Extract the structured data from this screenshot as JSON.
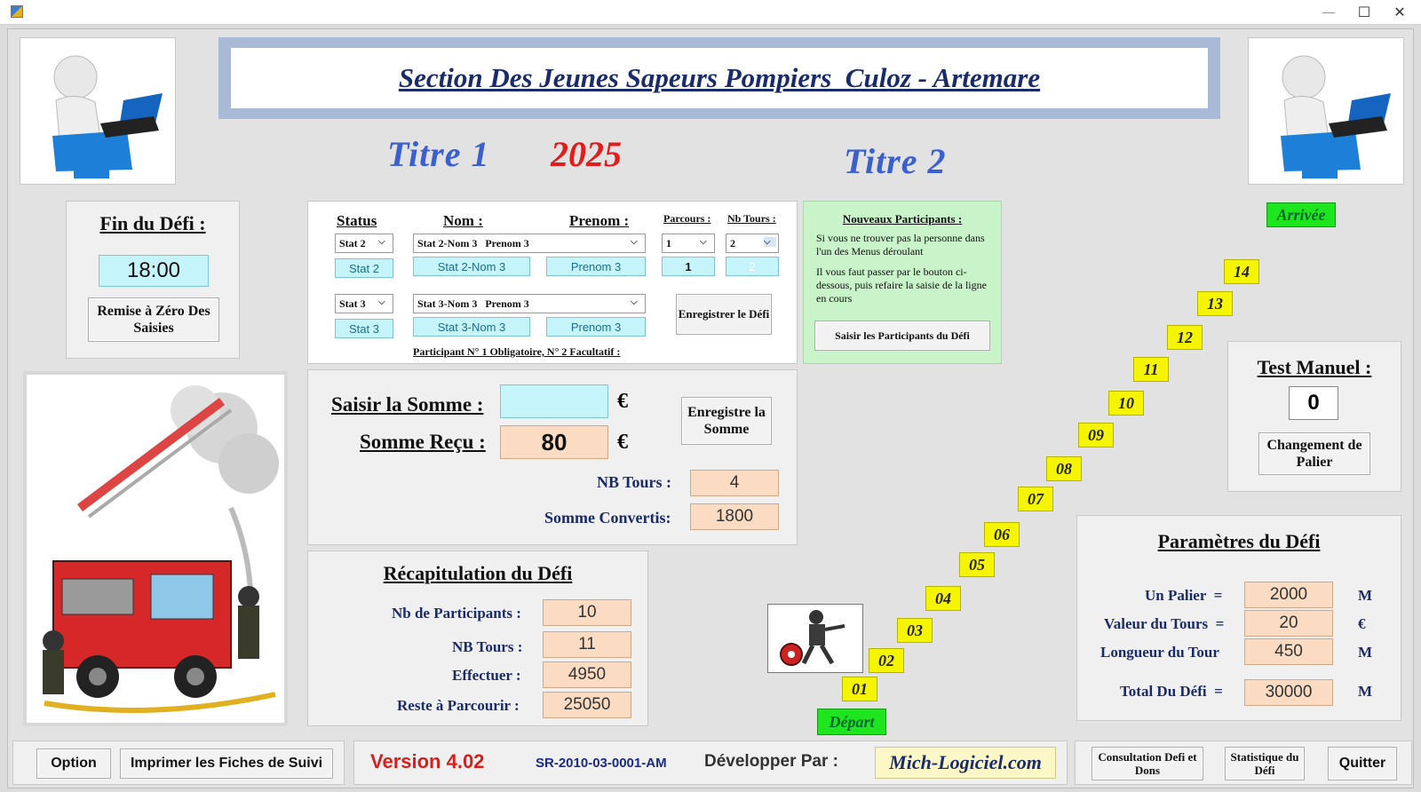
{
  "window": {
    "minimize": "—",
    "maximize": "☐",
    "close": "✕"
  },
  "header": {
    "title": "Section Des Jeunes Sapeurs Pompiers  Culoz - Artemare"
  },
  "titles": {
    "titre1": "Titre 1",
    "year": "2025",
    "titre2": "Titre 2"
  },
  "fin_defi": {
    "label": "Fin du Défi :",
    "time": "18:00",
    "reset_button": "Remise à Zéro Des Saisies"
  },
  "participants": {
    "headers": {
      "status": "Status",
      "nom": "Nom :",
      "prenom": "Prenom :",
      "parcours": "Parcours :",
      "nb_tours": "Nb Tours :"
    },
    "row1": {
      "status_combo": "Stat 2",
      "nom_combo": "Stat 2-Nom 3   Prenom 3",
      "parcours_combo": "1",
      "tours_combo": "2",
      "status": "Stat 2",
      "nom": "Stat 2-Nom 3",
      "prenom": "Prenom 3",
      "parcours": "1",
      "tours": "2"
    },
    "row2": {
      "status_combo": "Stat 3",
      "nom_combo": "Stat 3-Nom 3   Prenom 3",
      "status": "Stat 3",
      "nom": "Stat 3-Nom 3",
      "prenom": "Prenom 3"
    },
    "save_button": "Enregistrer le Défi",
    "footnote": "Participant N° 1 Obligatoire,  N° 2 Facultatif :"
  },
  "nouveaux": {
    "title": "Nouveaux Participants :",
    "text1": "Si vous ne trouver pas la personne dans l'un des Menus déroulant",
    "text2": "Il vous faut passer par le bouton ci-dessous, puis refaire la saisie de la ligne en cours",
    "button": "Saisir les Participants du Défi"
  },
  "somme": {
    "saisir_label": "Saisir la Somme :",
    "saisir_value": "",
    "recu_label": "Somme Reçu :",
    "recu_value": "80",
    "currency": "€",
    "save_button": "Enregistre la Somme",
    "nb_tours_label": "NB Tours :",
    "nb_tours_value": "4",
    "convertis_label": "Somme Convertis:",
    "convertis_value": "1800"
  },
  "recap": {
    "title": "Récapitulation du Défi",
    "rows": [
      {
        "label": "Nb de Participants :",
        "value": "10"
      },
      {
        "label": "NB Tours :",
        "value": "11"
      },
      {
        "label": "Effectuer :",
        "value": "4950"
      },
      {
        "label": "Reste à Parcourir :",
        "value": "25050"
      }
    ]
  },
  "test_manuel": {
    "title": "Test Manuel :",
    "value": "0",
    "button": "Changement de Palier"
  },
  "parametres": {
    "title": "Paramètres du Défi",
    "rows": [
      {
        "label": "Un Palier  =",
        "value": "2000",
        "unit": "M"
      },
      {
        "label": "Valeur du Tours  =",
        "value": "20",
        "unit": "€"
      },
      {
        "label": "Longueur du Tour",
        "value": "450",
        "unit": "M"
      },
      {
        "label": "Total Du Défi  =",
        "value": "30000",
        "unit": "M"
      }
    ]
  },
  "stairs": {
    "arrivee": "Arrivée",
    "depart": "Départ",
    "steps": [
      "01",
      "02",
      "03",
      "04",
      "05",
      "06",
      "07",
      "08",
      "09",
      "10",
      "11",
      "12",
      "13",
      "14"
    ]
  },
  "footer": {
    "option": "Option",
    "print": "Imprimer les Fiches de Suivi",
    "version": "Version 4.02",
    "serial": "SR-2010-03-0001-AM",
    "dev_label": "Développer Par :",
    "dev_name": "Mich-Logiciel.com",
    "consult": "Consultation Defi et Dons",
    "stats": "Statistique du Défi",
    "quit": "Quitter"
  },
  "colors": {
    "navy": "#1a2b6b",
    "title_blue": "#3a5fcf",
    "year_red": "#e21b1b",
    "step_yellow": "#f5f500",
    "green": "#1ee61e"
  }
}
